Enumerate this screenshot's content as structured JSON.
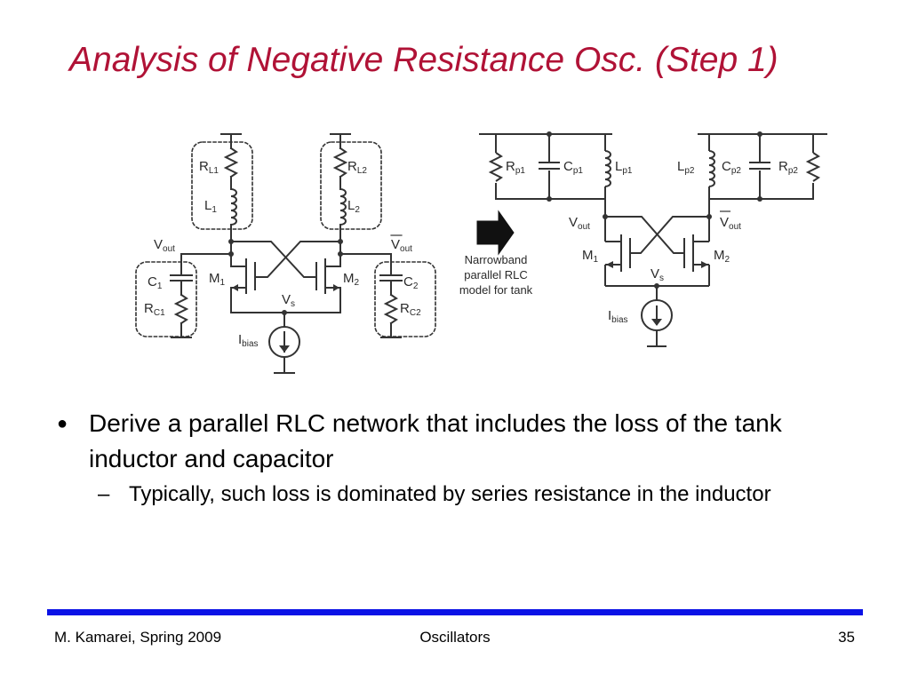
{
  "slide": {
    "title": "Analysis of Negative Resistance Osc. (Step 1)",
    "title_color": "#b01236",
    "accent_color": "#0a12e6"
  },
  "left_circuit": {
    "rl1": "R",
    "rl1_sub": "L1",
    "l1": "L",
    "l1_sub": "1",
    "rl2": "R",
    "rl2_sub": "L2",
    "l2": "L",
    "l2_sub": "2",
    "vout": "V",
    "vout_sub": "out",
    "vout_bar": "V",
    "vout_bar_sub": "out",
    "c1": "C",
    "c1_sub": "1",
    "rc1": "R",
    "rc1_sub": "C1",
    "c2": "C",
    "c2_sub": "2",
    "rc2": "R",
    "rc2_sub": "C2",
    "m1": "M",
    "m1_sub": "1",
    "m2": "M",
    "m2_sub": "2",
    "vs": "V",
    "vs_sub": "s",
    "ibias": "I",
    "ibias_sub": "bias"
  },
  "arrow_label": [
    "Narrowband",
    "parallel RLC",
    "model for tank"
  ],
  "right_circuit": {
    "rp1": "R",
    "rp1_sub": "p1",
    "cp1": "C",
    "cp1_sub": "p1",
    "lp1": "L",
    "lp1_sub": "p1",
    "lp2": "L",
    "lp2_sub": "p2",
    "cp2": "C",
    "cp2_sub": "p2",
    "rp2": "R",
    "rp2_sub": "p2",
    "vout": "V",
    "vout_sub": "out",
    "vout_bar": "V",
    "vout_bar_sub": "out",
    "m1": "M",
    "m1_sub": "1",
    "m2": "M",
    "m2_sub": "2",
    "vs": "V",
    "vs_sub": "s",
    "ibias": "I",
    "ibias_sub": "bias"
  },
  "bullets": {
    "main": "Derive a parallel RLC network that includes the loss of the tank inductor and capacitor",
    "main_marker": "●",
    "sub": "Typically, such loss is dominated by series resistance in the inductor",
    "sub_marker": "–"
  },
  "footer": {
    "author": "M. Kamarei, Spring 2009",
    "topic": "Oscillators",
    "page": "35"
  }
}
